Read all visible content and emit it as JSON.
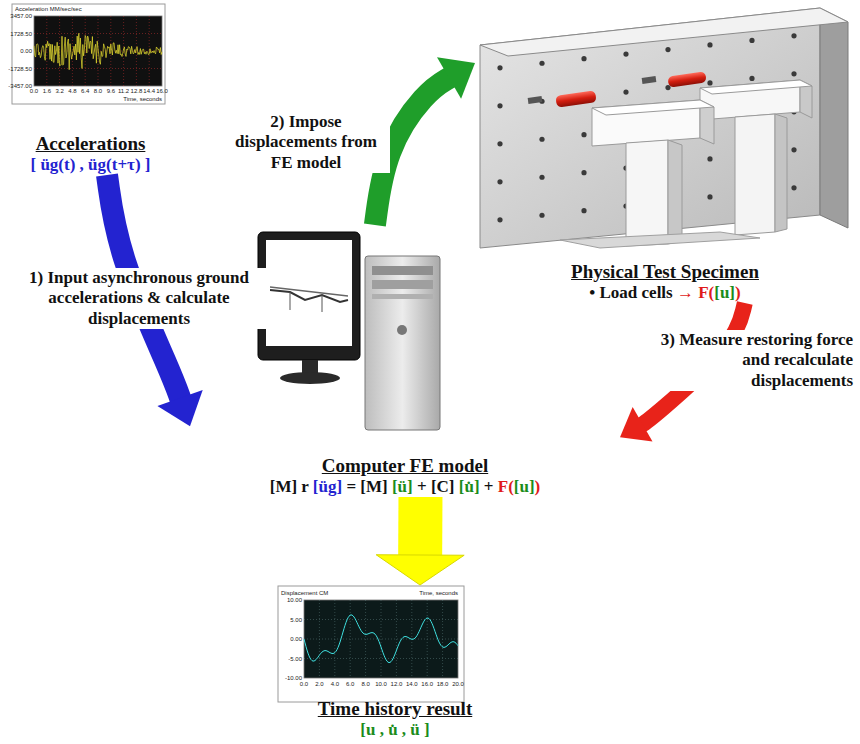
{
  "diagram": {
    "nodes": [
      {
        "text": [
          "Accelerations",
          "[ üg(t) , üg(t+τ) ]"
        ]
      },
      {
        "text": [
          "Computer FE model",
          "[M] r [üg] = [M] [ü] + [C] [u̇] + F([u])"
        ]
      },
      {
        "text": [
          "Physical Test Specimen",
          "• Load cells → F([u])"
        ]
      },
      {
        "text": [
          "Time history result",
          "[u , u̇ , ü ]"
        ]
      }
    ],
    "edges": [
      {
        "from": 0,
        "to": 1,
        "arrow": "to",
        "label": "1) Input asynchronous ground accelerations & calculate displacements"
      },
      {
        "from": 1,
        "to": 2,
        "arrow": "to",
        "label": "2) Impose displacements from FE model"
      },
      {
        "from": 2,
        "to": 1,
        "arrow": "to",
        "label": "3) Measure restoring force and recalculate displacements"
      },
      {
        "from": 1,
        "to": 3,
        "arrow": "to"
      }
    ],
    "labels": [
      "Acceleration MM/sec/sec",
      "Time, seconds",
      "3457.00",
      "1728.50",
      "0.00",
      "-1728.50",
      "-3457.00",
      "0.0",
      "1.6",
      "3.2",
      "4.8",
      "6.4",
      "8.0",
      "9.6",
      "11.2",
      "12.8",
      "14.4",
      "16.0",
      "Displacement CM",
      "Time, seconds",
      "10.00",
      "5.00",
      "0.00",
      "-5.00",
      "-10.00",
      "0.0",
      "2.0",
      "4.0",
      "6.0",
      "8.0",
      "10.0",
      "12.0",
      "14.0",
      "16.0",
      "18.0",
      "20.0"
    ]
  }
}
